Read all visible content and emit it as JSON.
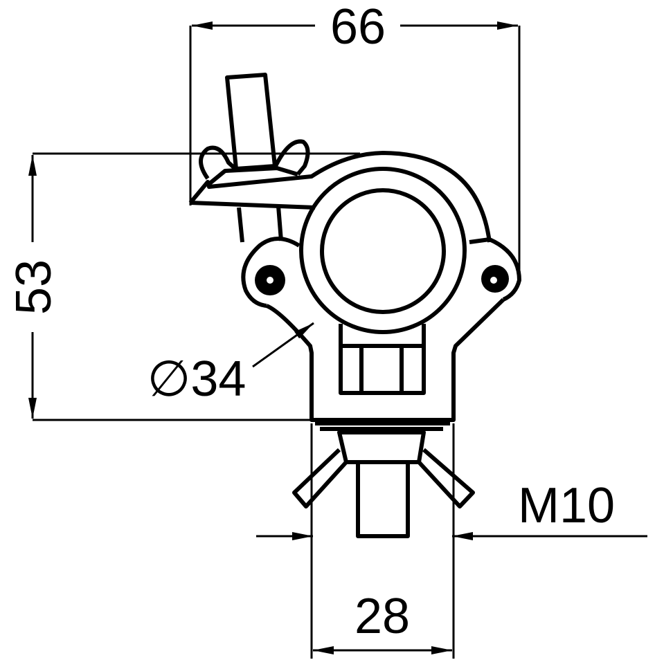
{
  "title": "Half coupler clamp dimension drawing",
  "dimensions": {
    "width": "66",
    "height": "53",
    "tube_diameter": "∅34",
    "thread": "M10",
    "base_width": "28"
  },
  "colors": {
    "line": "#000000",
    "background": "#ffffff"
  }
}
